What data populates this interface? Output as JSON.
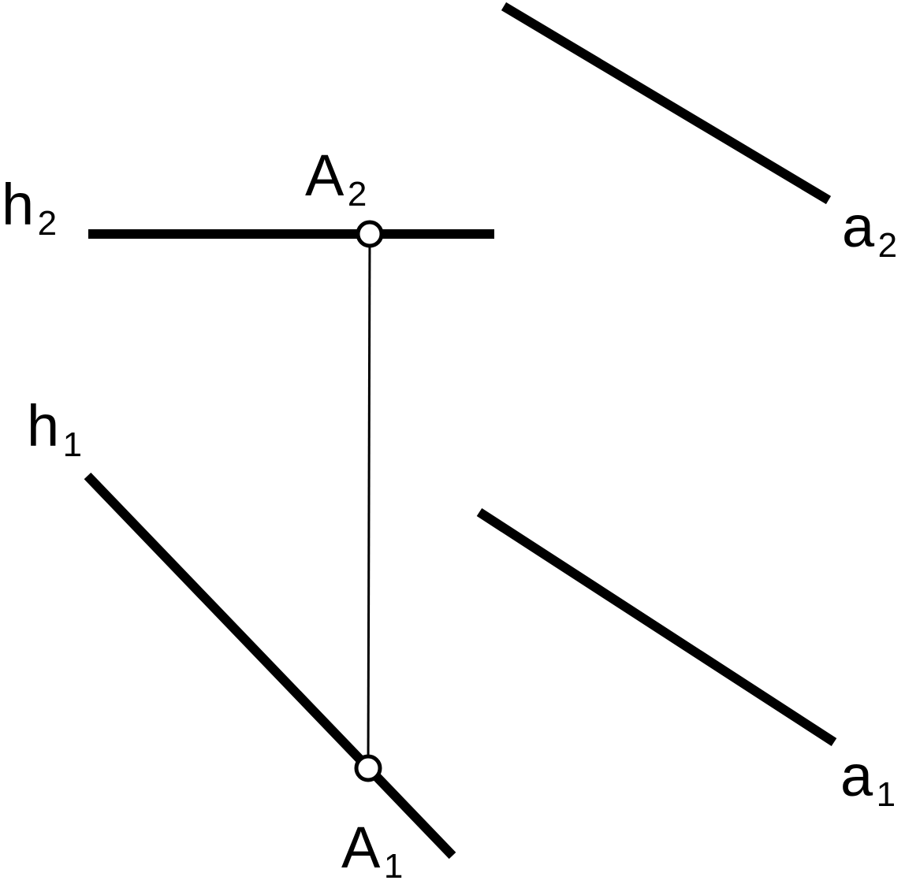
{
  "diagram": {
    "colors": {
      "line": "#000000",
      "background": "#ffffff"
    },
    "labels": {
      "h2": {
        "letter": "h",
        "index": "2"
      },
      "h1": {
        "letter": "h",
        "index": "1"
      },
      "a2": {
        "letter": "a",
        "index": "2"
      },
      "a1": {
        "letter": "a",
        "index": "1"
      },
      "A2": {
        "letter": "A",
        "index": "2"
      },
      "A1": {
        "letter": "A",
        "index": "1"
      }
    }
  }
}
